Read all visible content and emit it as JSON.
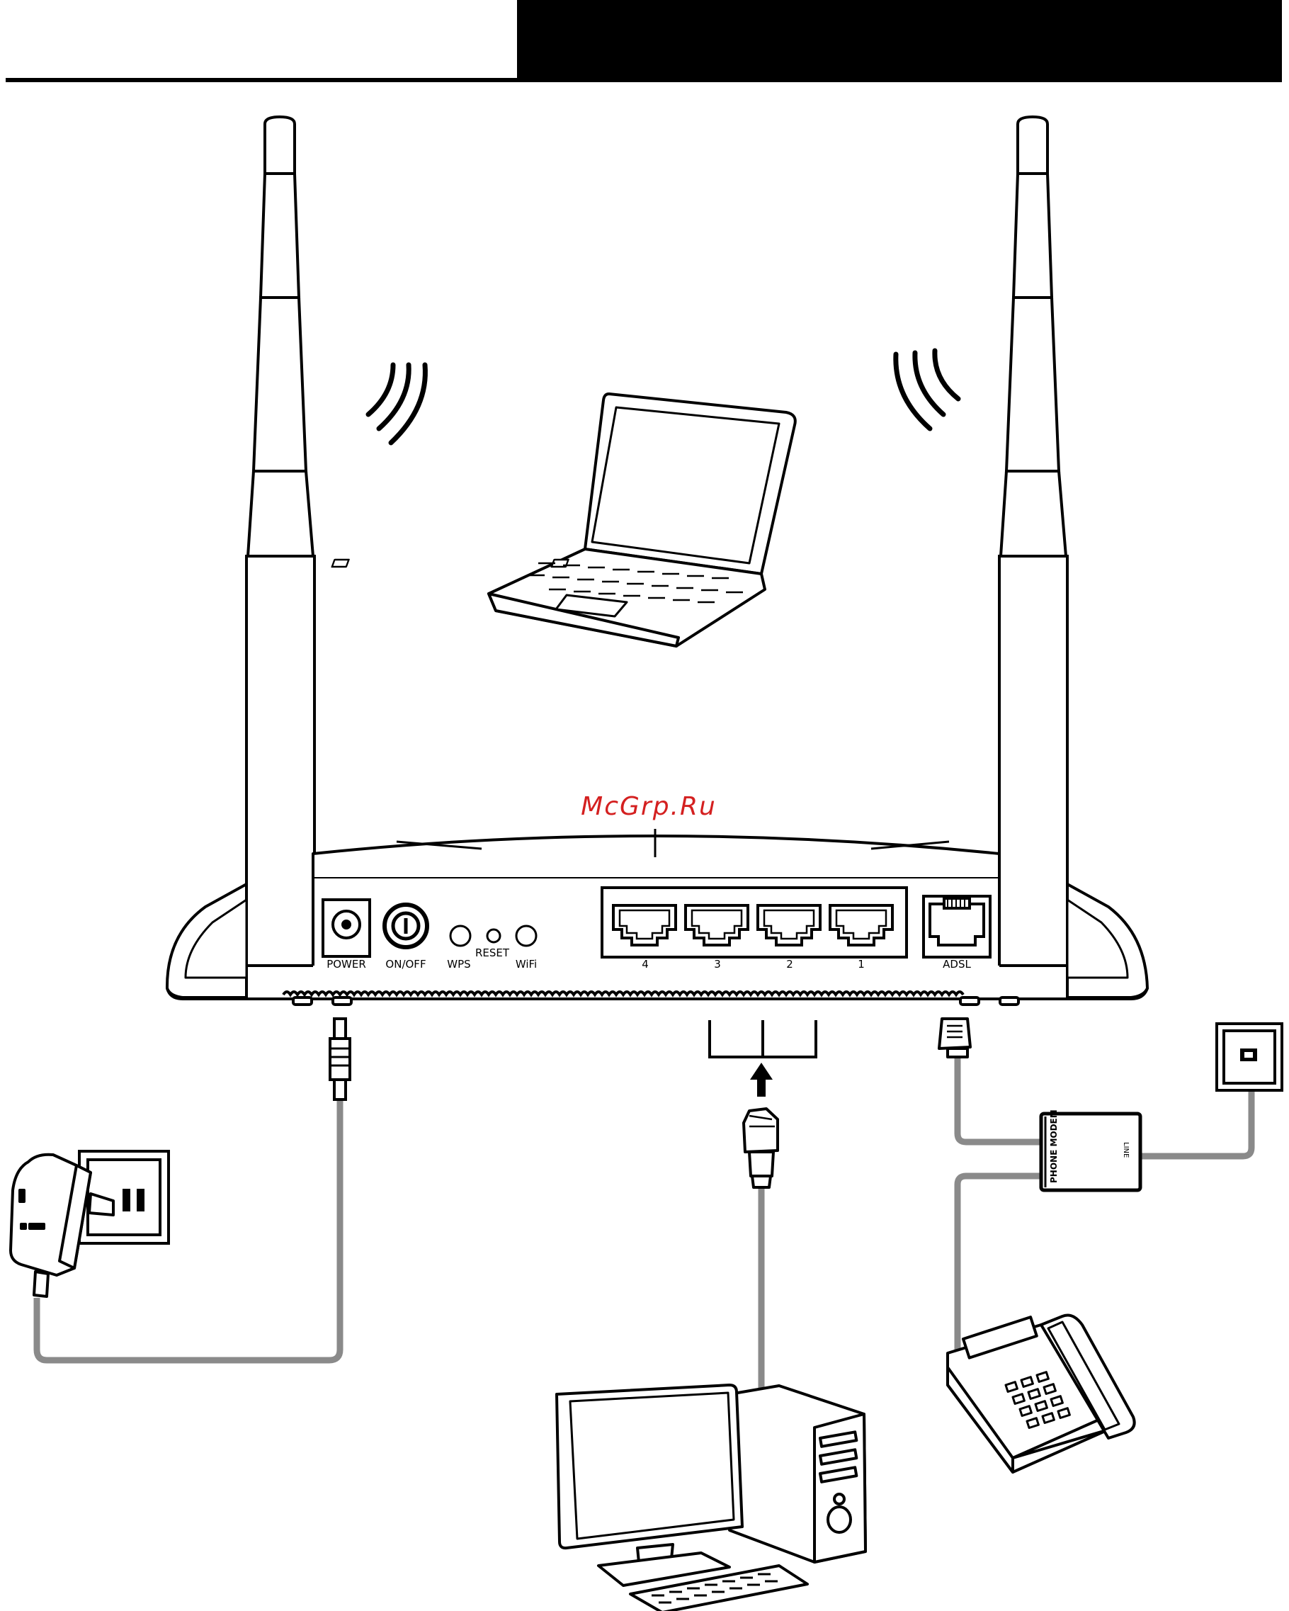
{
  "watermark": {
    "text": "McGrp.Ru",
    "color": "#d42020"
  },
  "router": {
    "labels": {
      "power": "POWER",
      "onoff": "ON/OFF",
      "wps": "WPS",
      "reset": "RESET",
      "wifi": "WiFi",
      "port4": "4",
      "port3": "3",
      "port2": "2",
      "port1": "1",
      "adsl": "ADSL"
    }
  },
  "splitter": {
    "phone_modem": "PHONE MODEM",
    "line": "LINE"
  },
  "colors": {
    "stroke": "#000000",
    "cable": "#8a8a8a",
    "header_bar": "#000000"
  },
  "icons": [
    "antenna-icon",
    "wifi-waves-icon",
    "laptop-icon",
    "power-adapter-icon",
    "wall-outlet-icon",
    "ethernet-plug-icon",
    "rj11-plug-icon",
    "splitter-icon",
    "phone-jack-icon",
    "telephone-icon",
    "desktop-computer-icon"
  ]
}
